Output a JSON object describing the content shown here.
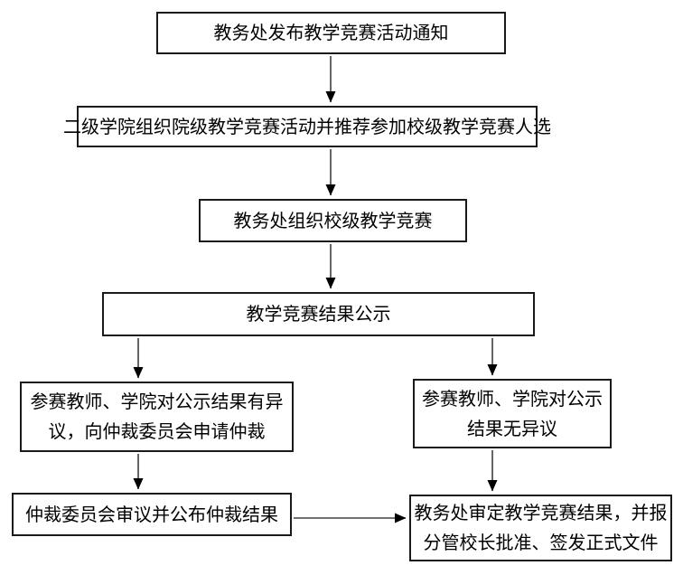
{
  "flowchart": {
    "boxes": {
      "notice": {
        "lines": [
          "教务处发布教学竞赛活动通知"
        ]
      },
      "college_competition": {
        "lines": [
          "二级学院组织院级教学竞赛活动并推荐参加校级教学竞赛人选"
        ]
      },
      "school_competition": {
        "lines": [
          "教务处组织校级教学竞赛"
        ]
      },
      "result_publicity": {
        "lines": [
          "教学竞赛结果公示"
        ]
      },
      "objection": {
        "lines": [
          "参赛教师、学院对公示结果有异",
          "议，向仲裁委员会申请仲裁"
        ]
      },
      "no_objection": {
        "lines": [
          "参赛教师、学院对公示",
          "结果无异议"
        ]
      },
      "arbitration": {
        "lines": [
          "仲裁委员会审议并公布仲裁结果"
        ]
      },
      "final_approval": {
        "lines": [
          "教务处审定教学竞赛结果，并报",
          "分管校长批准、签发正式文件"
        ]
      }
    },
    "colors": {
      "background": "#ffffff",
      "box_border": "#1a1a1a",
      "text": "#000000",
      "arrow_line": "#404040",
      "arrow_head": "#000000"
    }
  }
}
